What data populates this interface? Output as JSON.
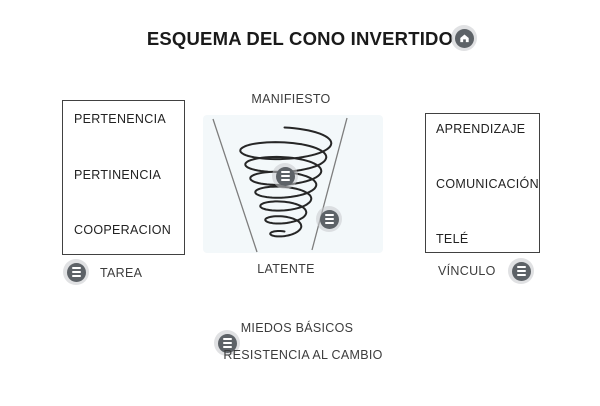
{
  "title": {
    "text": "ESQUEMA DEL CONO INVERTIDO"
  },
  "left_box": {
    "items": [
      "PERTENENCIA",
      "PERTINENCIA",
      "COOPERACION"
    ]
  },
  "right_box": {
    "items": [
      "APRENDIZAJE",
      "COMUNICACIÓN",
      "TELÉ"
    ]
  },
  "cone": {
    "top_label": "MANIFIESTO",
    "bottom_label": "LATENTE"
  },
  "labels": {
    "task": "TAREA",
    "bond": "VÍNCULO",
    "fears_line1": "MIEDOS BÁSICOS",
    "fears_line2": "RESISTENCIA AL CAMBIO"
  },
  "icons": {
    "home_button": "home-icon",
    "hotspots": "menu-icon"
  },
  "colors": {
    "hotspot_fill": "#5d6267",
    "hotspot_ring": "#c6c9cc",
    "spiral_stroke": "#262626",
    "cone_line_stroke": "#7d7d7d",
    "cone_background_tint": "#f3f8fa",
    "text_dark": "#1a1a1a",
    "text_gray": "#3c3c3c"
  }
}
